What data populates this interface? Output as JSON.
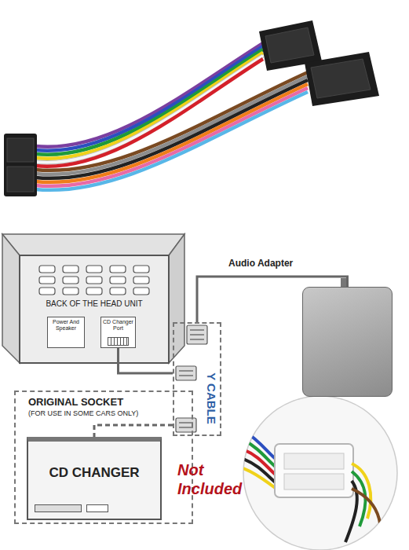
{
  "diagram": {
    "nodes": [
      {
        "text": [
          "BACK OF THE HEAD UNIT"
        ]
      },
      {
        "text": [
          "Power And Speaker"
        ],
        "in": 0
      },
      {
        "text": [
          "CD Changer Port"
        ],
        "in": 0
      },
      {
        "text": [
          "Audio Adapter"
        ]
      },
      {
        "text": [
          "Y CABLE"
        ]
      },
      {
        "text": [
          "ORIGINAL SOCKET",
          "(FOR USE IN SOME CARS ONLY)"
        ]
      },
      {
        "text": [
          "CD CHANGER"
        ],
        "in": 5
      }
    ],
    "edges": [
      {
        "from": 2,
        "to": 4,
        "arrow": "none"
      },
      {
        "from": 4,
        "to": 3,
        "arrow": "none"
      },
      {
        "from": 4,
        "to": 6,
        "arrow": "none"
      }
    ],
    "labels": [
      "Not Included"
    ]
  }
}
